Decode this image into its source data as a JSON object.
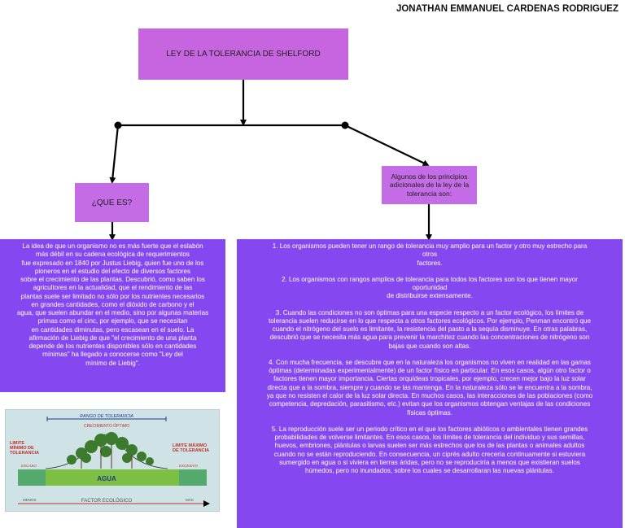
{
  "author": "JONATHAN EMMANUEL CARDENAS RODRIGUEZ",
  "title": "LEY DE LA TOLERANCIA DE SHELFORD",
  "question": "¿QUE ES?",
  "principles_heading": "Algunos de los principios adicionales de la ley de la tolerancia son:",
  "definition": "La idea de que un organismo no es más fuerte que el eslabón\nmás débil en su cadena ecológica de requerimientos\nfue expresado en 1840 por Justus Liebig, quien fue uno de los\npioneros en el estudio del efecto de diversos factores\nsobre el crecimiento de las plantas. Descubrió, como saben los\nagricultores en la actualidad, que el rendimiento de las\nplantas suele ser limitado no sólo por los nutrientes necesarios\nen grandes cantidades, como el dióxido de carbono y el\nagua, que suelen abundar en el medio, sino por algunas materias\nprimas como el cinc, por ejemplo, que se necesitan\nen cantidades diminutas, pero escasean en el suelo. La\nafirmación de Liebig de que \"el crecimiento de una planta\ndepende de los nutrientes disponibles sólo en cantidades\nmínimas\" ha llegado a conocerse como \"Ley del\nmínimo de Liebig\".",
  "principles": [
    "1. Los organismos pueden tener un rango de tolerancia muy amplio para un factor y otro muy estrecho para\notros\nfactores.",
    "2. Los organismos con rangos amplios de tolerancia para todos los factores son los que tienen mayor\noportunidad\nde distribuirse extensamente.",
    "3. Cuando las condiciones no son óptimas para una especie respecto a un factor ecológico, los límites de\ntolerancia suelen reducirse en lo que respecta a otros factores ecológicos. Por ejemplo, Penman encontró que\ncuando el nitrógeno del suelo es limitante, la resistencia del pasto a la sequía disminuye. En otras palabras,\ndescubrió que se necesita más agua para prevenir la marchitez cuando las concentraciones de nitrógeno son\nbajas que cuando son altas.",
    "4. Con mucha frecuencia, se descubre que en la naturaleza los organismos no viven en realidad en las gamas\nóptimas (determinadas experimentalmente) de un factor físico en particular. En esos casos, algún otro factor o\nfactores tienen mayor importancia. Ciertas orquídeas tropicales, por ejemplo, crecen mejor bajo la luz solar\ndirecta que a la sombra, siempre y cuando se las mantenga. En la naturaleza sólo se le encuentra a la sombra,\nya que no resisten el calor de la luz solar directa. En muchos casos, las interacciones de las poblaciones (como\ncompetencia, depredación, parasitismo, etc.) evitan que los organismos obtengan ventajas de las condiciones\nfísicas óptimas.",
    "5. La reproducción suele ser un periodo crítico en el que los factores abióticos o ambientales tienen grandes\nprobabilidades de volverse limitantes. En esos casos, los límites de tolerancia del individuo y sus semillas,\nhuevos, embriones, plántulas o larvas suelen ser más estrechos que los de las plantas o animales adultos\ncuando no se están reproduciendo. En consecuencia, un ciprés adulto crecería continuamente si estuviera\nsumergido en agua o si viviera en tierras áridas, pero no se reproduciría a menos que existieran suelos\nhúmedos, pero no inundados, sobre los cuales se desarrollaran las nuevas plántulas."
  ],
  "figure": {
    "range_label": "RANGO DE TOLERANCIA",
    "optimum_label": "CRECIMIENTO ÓPTIMO",
    "min_label": "LIMITE MÍNIMO DE TOLERANCIA",
    "max_label": "LIMITE MÁXIMO DE TOLERANCIA",
    "scarce_label": "ESCASO",
    "excess_label": "EXCESIVO",
    "water_label": "AGUA",
    "less_label": "MENOS",
    "more_label": "MÁS",
    "factor_label": "FACTOR ECOLÓGICO",
    "colors": {
      "background": "#cfe3e6",
      "bar": "#7cc043",
      "tree": "#3c7a2e",
      "red": "#c0302a",
      "navy": "#1f3a8a"
    }
  }
}
